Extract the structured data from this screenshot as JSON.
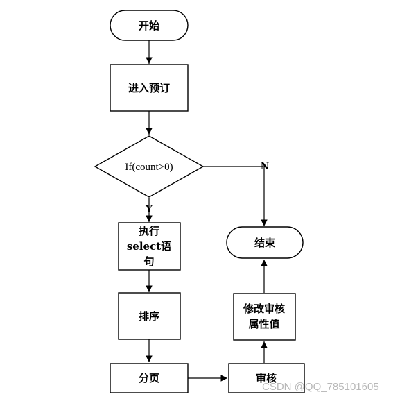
{
  "nodes": {
    "start": "开始",
    "enter_booking": "进入预订",
    "condition": "If(count>0)",
    "execute_select": [
      "执行",
      "select语",
      "句"
    ],
    "sort": "排序",
    "paginate": "分页",
    "audit": "审核",
    "modify_audit": [
      "修改审核",
      "属性值"
    ],
    "end": "结束"
  },
  "edges": {
    "yes_label": "Y",
    "no_label": "N"
  },
  "watermark": "CSDN @QQ_785101605"
}
